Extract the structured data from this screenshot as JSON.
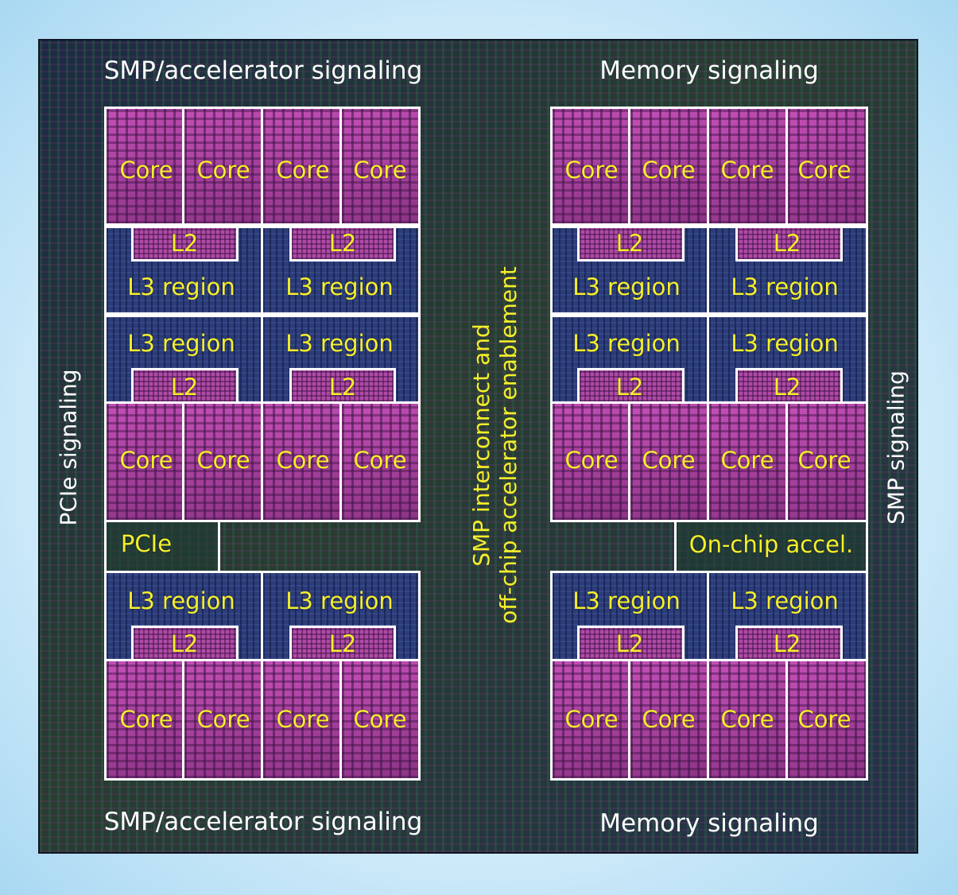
{
  "labels": {
    "smp_accel": "SMP/accelerator signaling",
    "memory": "Memory signaling",
    "pcie_signaling": "PCIe signaling",
    "smp_signaling": "SMP signaling",
    "core": "Core",
    "l2": "L2",
    "l3": "L3 region",
    "pcie": "PCIe",
    "onchip": "On-chip accel.",
    "center_line1": "SMP interconnect and",
    "center_line2": "off-chip accelerator enablement"
  },
  "colors": {
    "label_yellow": "#f5ef2a",
    "outline": "#ffffff",
    "core_fill": "#a23d97",
    "l3_fill": "#2c3c78"
  }
}
